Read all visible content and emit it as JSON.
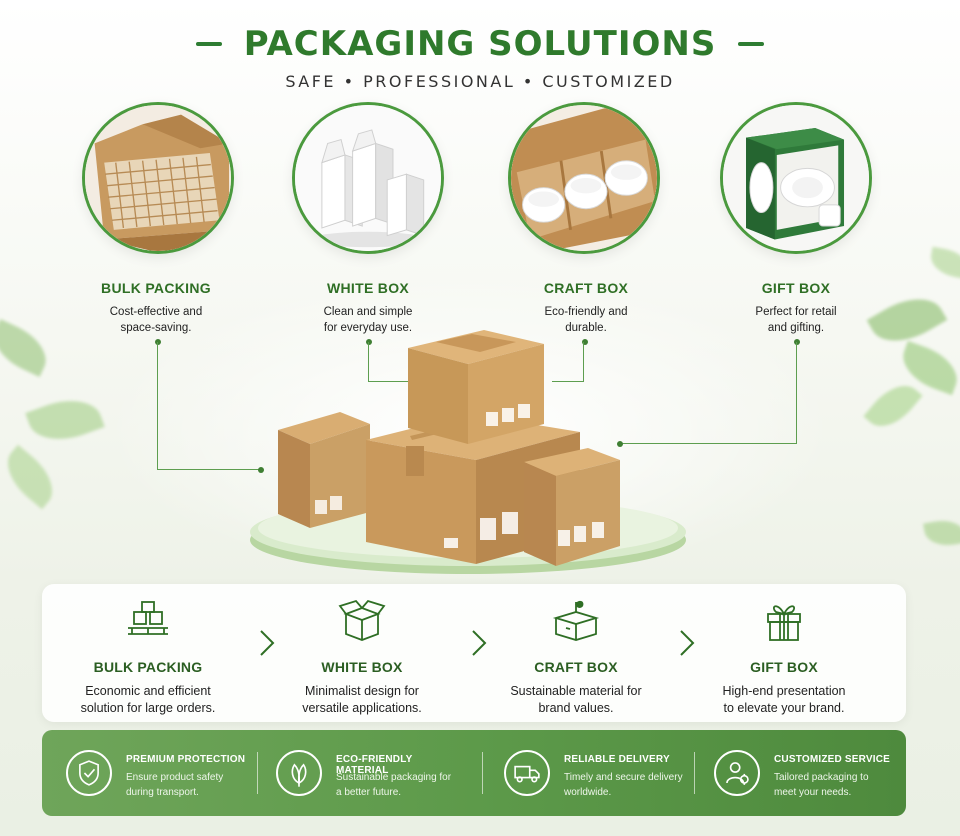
{
  "header": {
    "title": "PACKAGING SOLUTIONS",
    "subtitle": "SAFE • PROFESSIONAL • CUSTOMIZED"
  },
  "categories": [
    {
      "title": "BULK PACKING",
      "desc_line1": "Cost-effective and",
      "desc_line2": "space-saving."
    },
    {
      "title": "WHITE BOX",
      "desc_line1": "Clean and simple",
      "desc_line2": "for everyday use."
    },
    {
      "title": "CRAFT BOX",
      "desc_line1": "Eco-friendly and",
      "desc_line2": "durable."
    },
    {
      "title": "GIFT BOX",
      "desc_line1": "Perfect for retail",
      "desc_line2": "and gifting."
    }
  ],
  "process": {
    "steps": [
      {
        "title": "BULK PACKING",
        "desc_line1": "Economic and efficient",
        "desc_line2": "solution for large orders.",
        "icon": "pallet-boxes-icon"
      },
      {
        "title": "WHITE BOX",
        "desc_line1": "Minimalist design for",
        "desc_line2": "versatile applications.",
        "icon": "open-box-icon"
      },
      {
        "title": "CRAFT BOX",
        "desc_line1": "Sustainable material for",
        "desc_line2": "brand values.",
        "icon": "eco-box-icon"
      },
      {
        "title": "GIFT BOX",
        "desc_line1": "High-end presentation",
        "desc_line2": "to elevate your brand.",
        "icon": "gift-icon"
      }
    ]
  },
  "features": [
    {
      "title": "PREMIUM PROTECTION",
      "desc_line1": "Ensure product safety",
      "desc_line2": "during transport.",
      "icon": "shield-check-icon"
    },
    {
      "title": "ECO-FRIENDLY MATERIAL",
      "desc_line1": "Sustainable packaging for",
      "desc_line2": "a better future.",
      "icon": "leaf-icon"
    },
    {
      "title": "RELIABLE DELIVERY",
      "desc_line1": "Timely and secure delivery",
      "desc_line2": "worldwide.",
      "icon": "truck-icon"
    },
    {
      "title": "CUSTOMIZED SERVICE",
      "desc_line1": "Tailored packaging to",
      "desc_line2": "meet your needs.",
      "icon": "user-service-icon"
    }
  ],
  "colors": {
    "brand_green": "#2f7a2c",
    "bar_green": "#5d9a4a",
    "kraft": "#c99a5e"
  }
}
